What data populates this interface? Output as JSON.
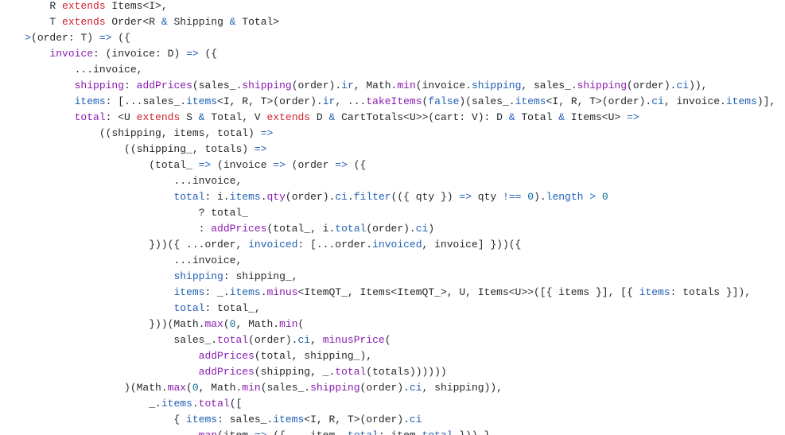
{
  "editor": {
    "colors": {
      "background": "#ffffff",
      "plain": "#24292e",
      "keyword": "#cf222e",
      "property": "#1f5fb4",
      "function": "#8a1bb0",
      "operator": "#1f5fb4",
      "number": "#0a6c9a"
    },
    "lines": [
      [
        [
          "p",
          "        R "
        ],
        [
          "k",
          "extends"
        ],
        [
          "p",
          " Items<I>,"
        ]
      ],
      [
        [
          "p",
          "        T "
        ],
        [
          "k",
          "extends"
        ],
        [
          "p",
          " Order<R "
        ],
        [
          "o",
          "&"
        ],
        [
          "p",
          " Shipping "
        ],
        [
          "o",
          "&"
        ],
        [
          "p",
          " Total>"
        ]
      ],
      [
        [
          "p",
          "    "
        ],
        [
          "o",
          ">"
        ],
        [
          "p",
          "(order: T) "
        ],
        [
          "o",
          "=>"
        ],
        [
          "p",
          " ({"
        ]
      ],
      [
        [
          "p",
          "        "
        ],
        [
          "f",
          "invoice"
        ],
        [
          "p",
          ": (invoice: D) "
        ],
        [
          "o",
          "=>"
        ],
        [
          "p",
          " ({"
        ]
      ],
      [
        [
          "p",
          "            ...invoice,"
        ]
      ],
      [
        [
          "p",
          "            "
        ],
        [
          "f",
          "shipping"
        ],
        [
          "p",
          ": "
        ],
        [
          "f",
          "addPrices"
        ],
        [
          "p",
          "(sales_."
        ],
        [
          "f",
          "shipping"
        ],
        [
          "p",
          "(order)."
        ],
        [
          "r",
          "ir"
        ],
        [
          "p",
          ", Math."
        ],
        [
          "f",
          "min"
        ],
        [
          "p",
          "(invoice."
        ],
        [
          "r",
          "shipping"
        ],
        [
          "p",
          ", sales_."
        ],
        [
          "f",
          "shipping"
        ],
        [
          "p",
          "(order)."
        ],
        [
          "r",
          "ci"
        ],
        [
          "p",
          ")),"
        ]
      ],
      [
        [
          "p",
          "            "
        ],
        [
          "r",
          "items"
        ],
        [
          "p",
          ": [...sales_."
        ],
        [
          "r",
          "items"
        ],
        [
          "p",
          "<I, R, T>(order)."
        ],
        [
          "r",
          "ir"
        ],
        [
          "p",
          ", ..."
        ],
        [
          "f",
          "takeItems"
        ],
        [
          "p",
          "("
        ],
        [
          "r",
          "false"
        ],
        [
          "p",
          ")(sales_."
        ],
        [
          "r",
          "items"
        ],
        [
          "p",
          "<I, R, T>(order)."
        ],
        [
          "r",
          "ci"
        ],
        [
          "p",
          ", invoice."
        ],
        [
          "r",
          "items"
        ],
        [
          "p",
          ")],"
        ]
      ],
      [
        [
          "p",
          "            "
        ],
        [
          "f",
          "total"
        ],
        [
          "p",
          ": <U "
        ],
        [
          "k",
          "extends"
        ],
        [
          "p",
          " S "
        ],
        [
          "o",
          "&"
        ],
        [
          "p",
          " Total, V "
        ],
        [
          "k",
          "extends"
        ],
        [
          "p",
          " D "
        ],
        [
          "o",
          "&"
        ],
        [
          "p",
          " CartTotals<U>>(cart: V): D "
        ],
        [
          "o",
          "&"
        ],
        [
          "p",
          " Total "
        ],
        [
          "o",
          "&"
        ],
        [
          "p",
          " Items<U> "
        ],
        [
          "o",
          "=>"
        ]
      ],
      [
        [
          "p",
          "                ((shipping, items, total) "
        ],
        [
          "o",
          "=>"
        ]
      ],
      [
        [
          "p",
          "                    ((shipping_, totals) "
        ],
        [
          "o",
          "=>"
        ]
      ],
      [
        [
          "p",
          "                        (total_ "
        ],
        [
          "o",
          "=>"
        ],
        [
          "p",
          " (invoice "
        ],
        [
          "o",
          "=>"
        ],
        [
          "p",
          " (order "
        ],
        [
          "o",
          "=>"
        ],
        [
          "p",
          " ({"
        ]
      ],
      [
        [
          "p",
          "                            ...invoice,"
        ]
      ],
      [
        [
          "p",
          "                            "
        ],
        [
          "r",
          "total"
        ],
        [
          "p",
          ": i."
        ],
        [
          "r",
          "items"
        ],
        [
          "p",
          "."
        ],
        [
          "f",
          "qty"
        ],
        [
          "p",
          "(order)."
        ],
        [
          "r",
          "ci"
        ],
        [
          "p",
          "."
        ],
        [
          "r",
          "filter"
        ],
        [
          "p",
          "(({ qty }) "
        ],
        [
          "o",
          "=>"
        ],
        [
          "p",
          " qty "
        ],
        [
          "o",
          "!=="
        ],
        [
          "p",
          " "
        ],
        [
          "n",
          "0"
        ],
        [
          "p",
          ")."
        ],
        [
          "r",
          "length"
        ],
        [
          "p",
          " "
        ],
        [
          "o",
          ">"
        ],
        [
          "p",
          " "
        ],
        [
          "n",
          "0"
        ]
      ],
      [
        [
          "p",
          "                                ? total_"
        ]
      ],
      [
        [
          "p",
          "                                : "
        ],
        [
          "f",
          "addPrices"
        ],
        [
          "p",
          "(total_, i."
        ],
        [
          "r",
          "total"
        ],
        [
          "p",
          "(order)."
        ],
        [
          "r",
          "ci"
        ],
        [
          "p",
          ")"
        ]
      ],
      [
        [
          "p",
          "                        }))({ ...order, "
        ],
        [
          "r",
          "invoiced"
        ],
        [
          "p",
          ": [...order."
        ],
        [
          "r",
          "invoiced"
        ],
        [
          "p",
          ", invoice] }))({"
        ]
      ],
      [
        [
          "p",
          "                            ...invoice,"
        ]
      ],
      [
        [
          "p",
          "                            "
        ],
        [
          "r",
          "shipping"
        ],
        [
          "p",
          ": shipping_,"
        ]
      ],
      [
        [
          "p",
          "                            "
        ],
        [
          "r",
          "items"
        ],
        [
          "p",
          ": _."
        ],
        [
          "r",
          "items"
        ],
        [
          "p",
          "."
        ],
        [
          "f",
          "minus"
        ],
        [
          "p",
          "<ItemQT_, Items<ItemQT_>, U, Items<U>>([{ items }], [{ "
        ],
        [
          "r",
          "items"
        ],
        [
          "p",
          ": totals }]),"
        ]
      ],
      [
        [
          "p",
          "                            "
        ],
        [
          "r",
          "total"
        ],
        [
          "p",
          ": total_,"
        ]
      ],
      [
        [
          "p",
          "                        }))(Math."
        ],
        [
          "f",
          "max"
        ],
        [
          "p",
          "("
        ],
        [
          "n",
          "0"
        ],
        [
          "p",
          ", Math."
        ],
        [
          "f",
          "min"
        ],
        [
          "p",
          "("
        ]
      ],
      [
        [
          "p",
          "                            sales_."
        ],
        [
          "f",
          "total"
        ],
        [
          "p",
          "(order)."
        ],
        [
          "r",
          "ci"
        ],
        [
          "p",
          ", "
        ],
        [
          "f",
          "minusPrice"
        ],
        [
          "p",
          "("
        ]
      ],
      [
        [
          "p",
          "                                "
        ],
        [
          "f",
          "addPrices"
        ],
        [
          "p",
          "(total, shipping_),"
        ]
      ],
      [
        [
          "p",
          "                                "
        ],
        [
          "f",
          "addPrices"
        ],
        [
          "p",
          "(shipping, _."
        ],
        [
          "f",
          "total"
        ],
        [
          "p",
          "(totals))))))"
        ]
      ],
      [
        [
          "p",
          "                    )(Math."
        ],
        [
          "f",
          "max"
        ],
        [
          "p",
          "("
        ],
        [
          "n",
          "0"
        ],
        [
          "p",
          ", Math."
        ],
        [
          "f",
          "min"
        ],
        [
          "p",
          "(sales_."
        ],
        [
          "f",
          "shipping"
        ],
        [
          "p",
          "(order)."
        ],
        [
          "r",
          "ci"
        ],
        [
          "p",
          ", shipping)),"
        ]
      ],
      [
        [
          "p",
          "                        _."
        ],
        [
          "r",
          "items"
        ],
        [
          "p",
          "."
        ],
        [
          "f",
          "total"
        ],
        [
          "p",
          "(["
        ]
      ],
      [
        [
          "p",
          "                            { "
        ],
        [
          "r",
          "items"
        ],
        [
          "p",
          ": sales_."
        ],
        [
          "r",
          "items"
        ],
        [
          "p",
          "<I, R, T>(order)."
        ],
        [
          "r",
          "ci"
        ]
      ],
      [
        [
          "p",
          "                                "
        ],
        [
          "f",
          "map"
        ],
        [
          "p",
          "(item "
        ],
        [
          "o",
          "=>"
        ],
        [
          "p",
          " ({ ...item, "
        ],
        [
          "r",
          "total"
        ],
        [
          "p",
          ": item."
        ],
        [
          "r",
          "total"
        ],
        [
          "p",
          " })) },"
        ]
      ]
    ]
  }
}
